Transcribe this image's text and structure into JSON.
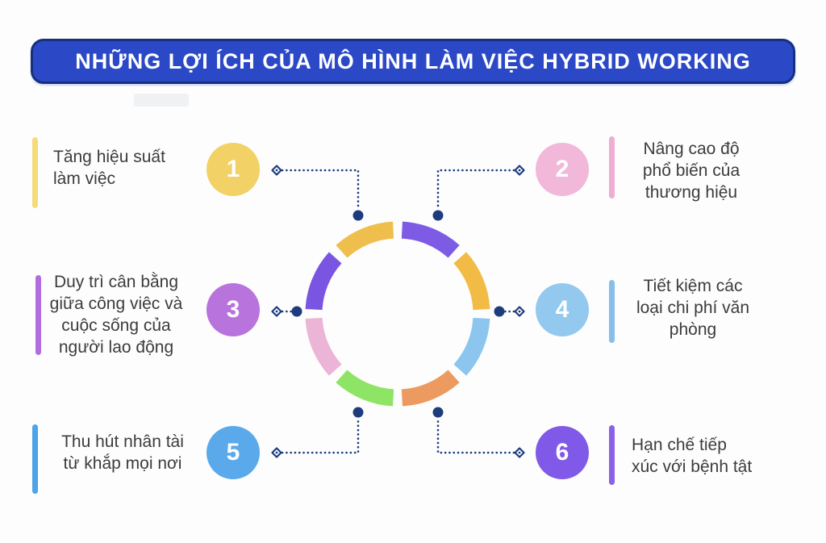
{
  "title": {
    "text": "NHỮNG LỢI ÍCH CỦA MÔ HÌNH LÀM VIỆC HYBRID WORKING"
  },
  "colors": {
    "banner_bg": "#2b49c6",
    "banner_border": "#16307f",
    "connector": "#1d3c7d",
    "background": "#fdfdfd",
    "label_text": "#3c3c3c"
  },
  "items": [
    {
      "number": "1",
      "label": "Tăng hiệu suất\nlàm việc",
      "circle_color": "#f2d166",
      "bar_color": "#f5dc7a"
    },
    {
      "number": "2",
      "label": "Nâng cao độ\nphổ biến của\nthương hiệu",
      "circle_color": "#f1b8d9",
      "bar_color": "#efacd5"
    },
    {
      "number": "3",
      "label": "Duy trì cân bằng\ngiữa công việc và\ncuộc sống của\nngười lao động",
      "circle_color": "#b873dd",
      "bar_color": "#b36ce0"
    },
    {
      "number": "4",
      "label": "Tiết kiệm các\nloại chi phí văn\nphòng",
      "circle_color": "#93c9ef",
      "bar_color": "#85bfea"
    },
    {
      "number": "5",
      "label": "Thu hút nhân tài\ntừ khắp mọi nơi",
      "circle_color": "#5aa9ea",
      "bar_color": "#4da4e8"
    },
    {
      "number": "6",
      "label": "Hạn chế tiếp\nxúc với bệnh tật",
      "circle_color": "#8159e8",
      "bar_color": "#8a62e6"
    }
  ],
  "ring": {
    "segments": [
      {
        "name": "top-right",
        "color": "#7d5be4"
      },
      {
        "name": "right-upper",
        "color": "#f1bb45"
      },
      {
        "name": "right-lower",
        "color": "#8cc5ee"
      },
      {
        "name": "bottom-right",
        "color": "#ec9a5f"
      },
      {
        "name": "bottom-left",
        "color": "#8ee465"
      },
      {
        "name": "left-lower",
        "color": "#ecb4d6"
      },
      {
        "name": "left-upper",
        "color": "#7a55e2"
      },
      {
        "name": "top-left",
        "color": "#efbf4e"
      }
    ]
  }
}
